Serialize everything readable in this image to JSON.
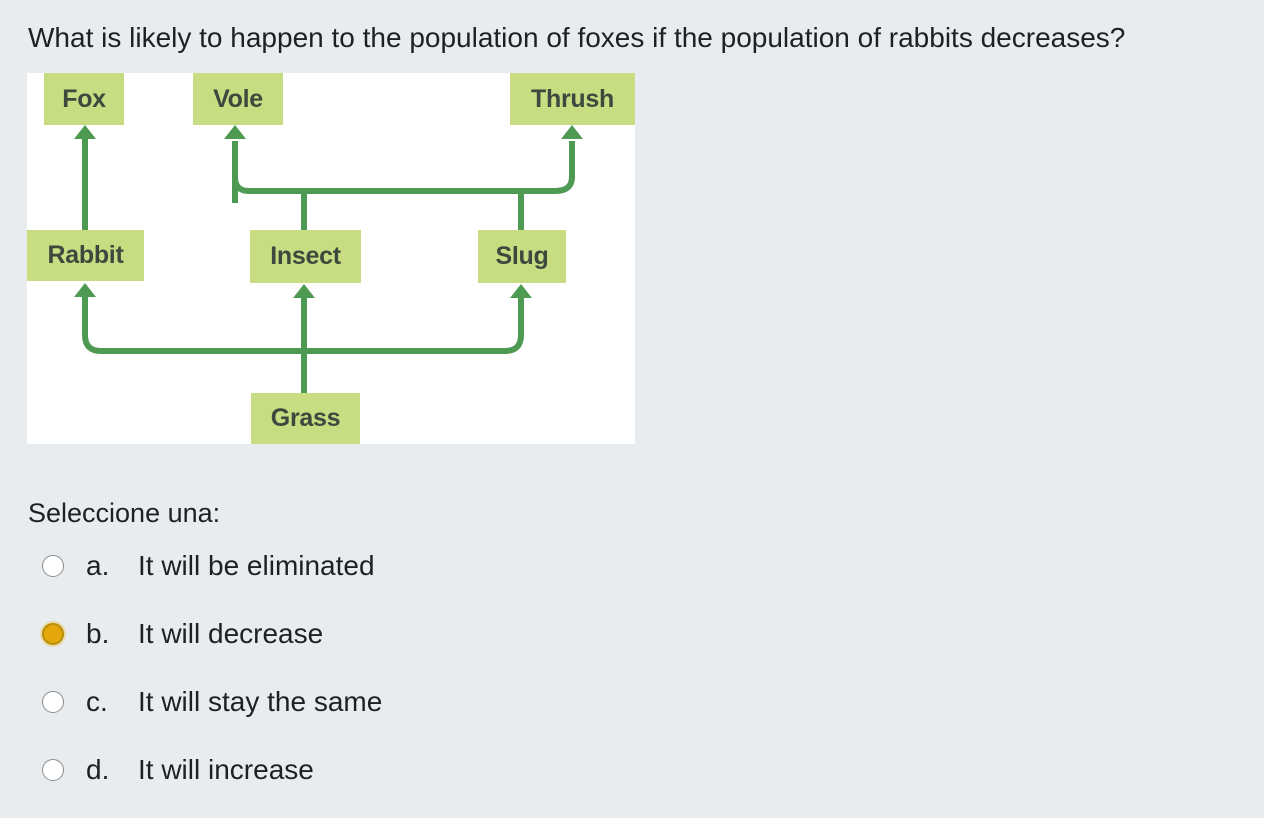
{
  "question": {
    "text": "What is likely to happen to the population of foxes if the population of rabbits decreases?"
  },
  "diagram": {
    "nodes": {
      "fox": "Fox",
      "vole": "Vole",
      "thrush": "Thrush",
      "rabbit": "Rabbit",
      "insect": "Insect",
      "slug": "Slug",
      "grass": "Grass"
    },
    "colors": {
      "box": "#c8dc82",
      "arrow": "#4e9a52",
      "text": "#3c4a3e"
    }
  },
  "answer": {
    "prompt": "Seleccione una:",
    "options": [
      {
        "letter": "a.",
        "text": "It will be eliminated",
        "selected": false
      },
      {
        "letter": "b.",
        "text": "It will decrease",
        "selected": true
      },
      {
        "letter": "c.",
        "text": "It will stay the same",
        "selected": false
      },
      {
        "letter": "d.",
        "text": "It will increase",
        "selected": false
      }
    ]
  }
}
